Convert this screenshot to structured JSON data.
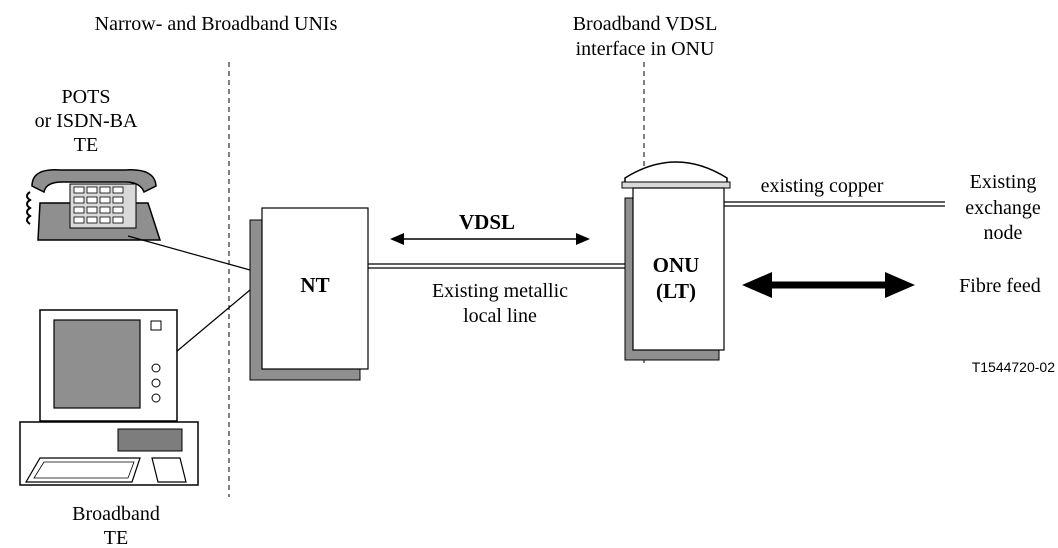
{
  "header": {
    "left_title": "Narrow- and Broadband UNIs",
    "right_title_line1": "Broadband  VDSL",
    "right_title_line2": "interface in ONU"
  },
  "telephone_label": {
    "line1": "POTS",
    "line2": "or ISDN-BA",
    "line3": "TE"
  },
  "computer_label": {
    "line1": "Broadband",
    "line2": "TE"
  },
  "nt": {
    "label": "NT"
  },
  "onu": {
    "line1": "ONU",
    "line2": "(LT)"
  },
  "link": {
    "vdsl_label": "VDSL",
    "line_label1": "Existing metallic",
    "line_label2": "local line"
  },
  "uplink": {
    "copper_label": "existing copper",
    "exchange_line1": "Existing",
    "exchange_line2": "exchange",
    "exchange_line3": "node",
    "fibre_label": "Fibre feed"
  },
  "figure_code": "T1544720-02"
}
